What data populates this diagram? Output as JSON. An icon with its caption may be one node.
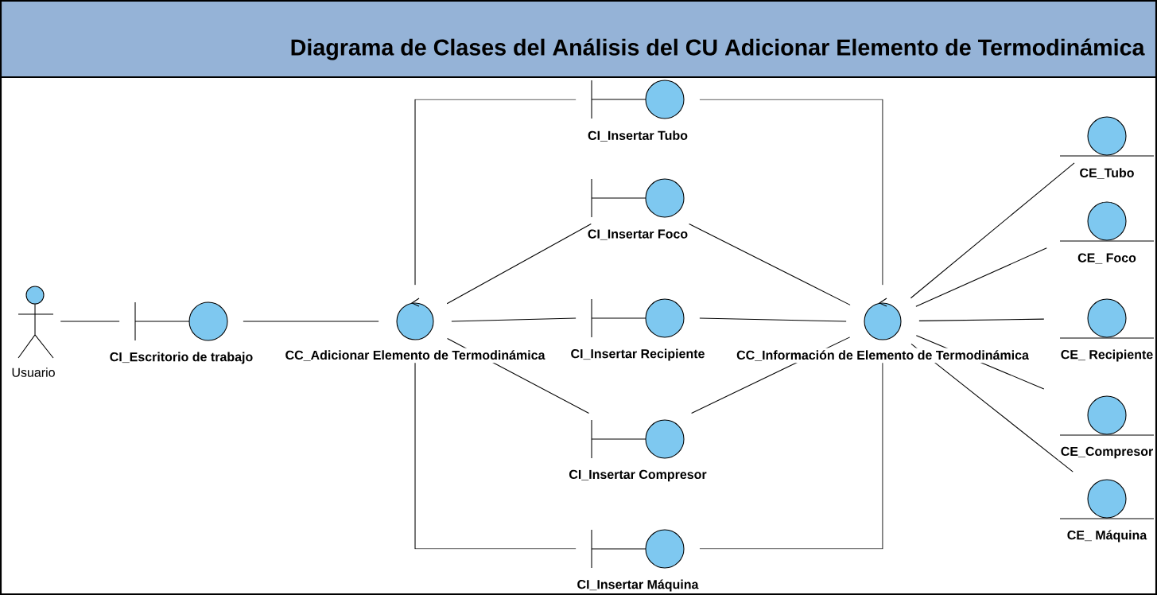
{
  "diagram": {
    "title": "Diagrama de Clases del Análisis del CU Adicionar Elemento de Termodinámica",
    "nodes": [
      {
        "text": [
          "Usuario"
        ]
      },
      {
        "text": [
          "CI_Escritorio de trabajo"
        ]
      },
      {
        "text": [
          "CC_Adicionar Elemento de Termodinámica"
        ]
      },
      {
        "text": [
          "CI_Insertar Tubo"
        ]
      },
      {
        "text": [
          "CI_Insertar Foco"
        ]
      },
      {
        "text": [
          "CI_Insertar Recipiente"
        ]
      },
      {
        "text": [
          "CI_Insertar Compresor"
        ]
      },
      {
        "text": [
          "CI_Insertar Máquina"
        ]
      },
      {
        "text": [
          "CC_Información de Elemento de Termodinámica"
        ]
      },
      {
        "text": [
          "CE_Tubo"
        ]
      },
      {
        "text": [
          "CE_ Foco"
        ]
      },
      {
        "text": [
          "CE_ Recipiente"
        ]
      },
      {
        "text": [
          "CE_Compresor"
        ]
      },
      {
        "text": [
          "CE_ Máquina"
        ]
      }
    ],
    "edges": [
      {
        "from": 0,
        "to": 1,
        "arrow": "none"
      },
      {
        "from": 1,
        "to": 2,
        "arrow": "none"
      },
      {
        "from": 2,
        "to": 3,
        "arrow": "none"
      },
      {
        "from": 2,
        "to": 4,
        "arrow": "none"
      },
      {
        "from": 2,
        "to": 5,
        "arrow": "none"
      },
      {
        "from": 2,
        "to": 6,
        "arrow": "none"
      },
      {
        "from": 2,
        "to": 7,
        "arrow": "none"
      },
      {
        "from": 3,
        "to": 8,
        "arrow": "none"
      },
      {
        "from": 4,
        "to": 8,
        "arrow": "none"
      },
      {
        "from": 5,
        "to": 8,
        "arrow": "none"
      },
      {
        "from": 6,
        "to": 8,
        "arrow": "none"
      },
      {
        "from": 7,
        "to": 8,
        "arrow": "none"
      },
      {
        "from": 8,
        "to": 9,
        "arrow": "none"
      },
      {
        "from": 8,
        "to": 10,
        "arrow": "none"
      },
      {
        "from": 8,
        "to": 11,
        "arrow": "none"
      },
      {
        "from": 8,
        "to": 12,
        "arrow": "none"
      },
      {
        "from": 8,
        "to": 13,
        "arrow": "none"
      }
    ]
  }
}
